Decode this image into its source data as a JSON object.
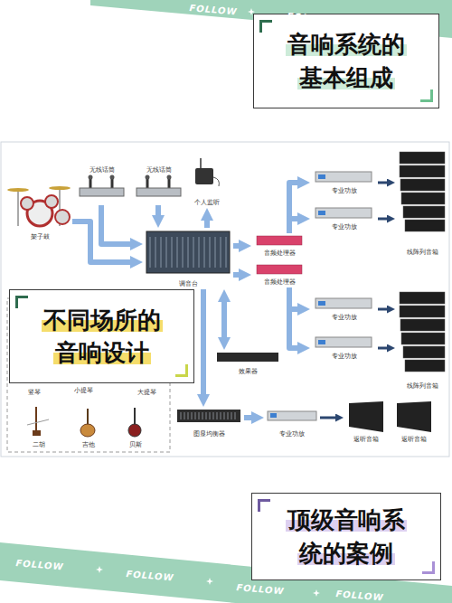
{
  "diagram": {
    "nodes": [
      {
        "text": [
          "音响系统的 基本组成"
        ]
      },
      {
        "text": [
          "架子鼓"
        ]
      },
      {
        "text": [
          "无线话筒"
        ]
      },
      {
        "text": [
          "无线话筒"
        ]
      },
      {
        "text": [
          "个人监听"
        ]
      },
      {
        "text": [
          "调音台"
        ]
      },
      {
        "text": [
          "音频处理器"
        ]
      },
      {
        "text": [
          "音频处理器"
        ]
      },
      {
        "text": [
          "专业功放"
        ]
      },
      {
        "text": [
          "专业功放"
        ]
      },
      {
        "text": [
          "线阵列音箱"
        ]
      },
      {
        "text": [
          "专业功放"
        ]
      },
      {
        "text": [
          "专业功放"
        ]
      },
      {
        "text": [
          "线阵列音箱"
        ]
      },
      {
        "text": [
          "效果器"
        ]
      },
      {
        "text": [
          "竖琴"
        ]
      },
      {
        "text": [
          "小提琴"
        ]
      },
      {
        "text": [
          "大提琴"
        ]
      },
      {
        "text": [
          "二胡"
        ]
      },
      {
        "text": [
          "吉他"
        ]
      },
      {
        "text": [
          "贝斯"
        ]
      },
      {
        "text": [
          "图显均衡器"
        ]
      },
      {
        "text": [
          "专业功放"
        ]
      },
      {
        "text": [
          "返听音箱"
        ]
      },
      {
        "text": [
          "返听音箱"
        ]
      },
      {
        "text": [
          "不同场所的 音响设计"
        ]
      },
      {
        "text": [
          "顶级音响系统的案例"
        ]
      }
    ],
    "edges": [
      {
        "from": 1,
        "to": 5,
        "arrow": "to"
      },
      {
        "from": 2,
        "to": 5,
        "arrow": "to"
      },
      {
        "from": 3,
        "to": 5,
        "arrow": "to"
      },
      {
        "from": 5,
        "to": 4,
        "arrow": "to"
      },
      {
        "from": 5,
        "to": 6,
        "arrow": "to"
      },
      {
        "from": 5,
        "to": 7,
        "arrow": "to"
      },
      {
        "from": 6,
        "to": 8,
        "arrow": "to"
      },
      {
        "from": 6,
        "to": 9,
        "arrow": "to"
      },
      {
        "from": 7,
        "to": 11,
        "arrow": "to"
      },
      {
        "from": 7,
        "to": 12,
        "arrow": "to"
      },
      {
        "from": 8,
        "to": 10,
        "arrow": "to"
      },
      {
        "from": 9,
        "to": 10,
        "arrow": "to"
      },
      {
        "from": 11,
        "to": 13,
        "arrow": "to"
      },
      {
        "from": 12,
        "to": 13,
        "arrow": "to"
      },
      {
        "from": 5,
        "to": 14,
        "arrow": "both"
      },
      {
        "from": 5,
        "to": 21,
        "arrow": "to"
      },
      {
        "from": 21,
        "to": 22,
        "arrow": "to"
      },
      {
        "from": 22,
        "to": 23,
        "arrow": "to"
      }
    ],
    "labels": [
      "FOLLOW",
      "FOLLOW",
      "FOLLOW",
      "FOLLOW",
      "FOLLOW",
      "FOLLOW"
    ]
  }
}
